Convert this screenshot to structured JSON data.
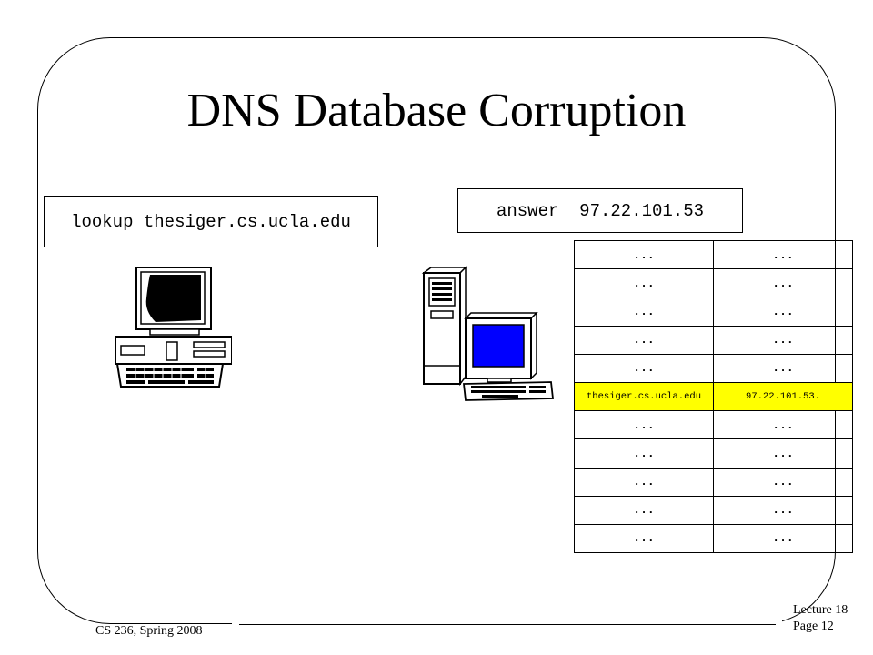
{
  "slide": {
    "title": "DNS Database Corruption"
  },
  "diagram": {
    "lookup_label": "lookup thesiger.cs.ucla.edu",
    "answer_label": "answer  97.22.101.53",
    "client_icon": "desktop-computer-icon",
    "server_icon": "server-computer-icon",
    "highlight_color": "#ffff00",
    "server_screen_color": "#0000ff",
    "dns_table": {
      "rows": [
        [
          "...",
          "..."
        ],
        [
          "...",
          "..."
        ],
        [
          "...",
          "..."
        ],
        [
          "...",
          "..."
        ],
        [
          "...",
          "..."
        ],
        [
          "thesiger.cs.ucla.edu",
          "97.22.101.53."
        ],
        [
          "...",
          "..."
        ],
        [
          "...",
          "..."
        ],
        [
          "...",
          "..."
        ],
        [
          "...",
          "..."
        ],
        [
          "...",
          "..."
        ]
      ],
      "highlighted_row": 5
    }
  },
  "footer": {
    "course": "CS 236, Spring 2008",
    "lecture": "Lecture 18",
    "page": "Page 12"
  }
}
